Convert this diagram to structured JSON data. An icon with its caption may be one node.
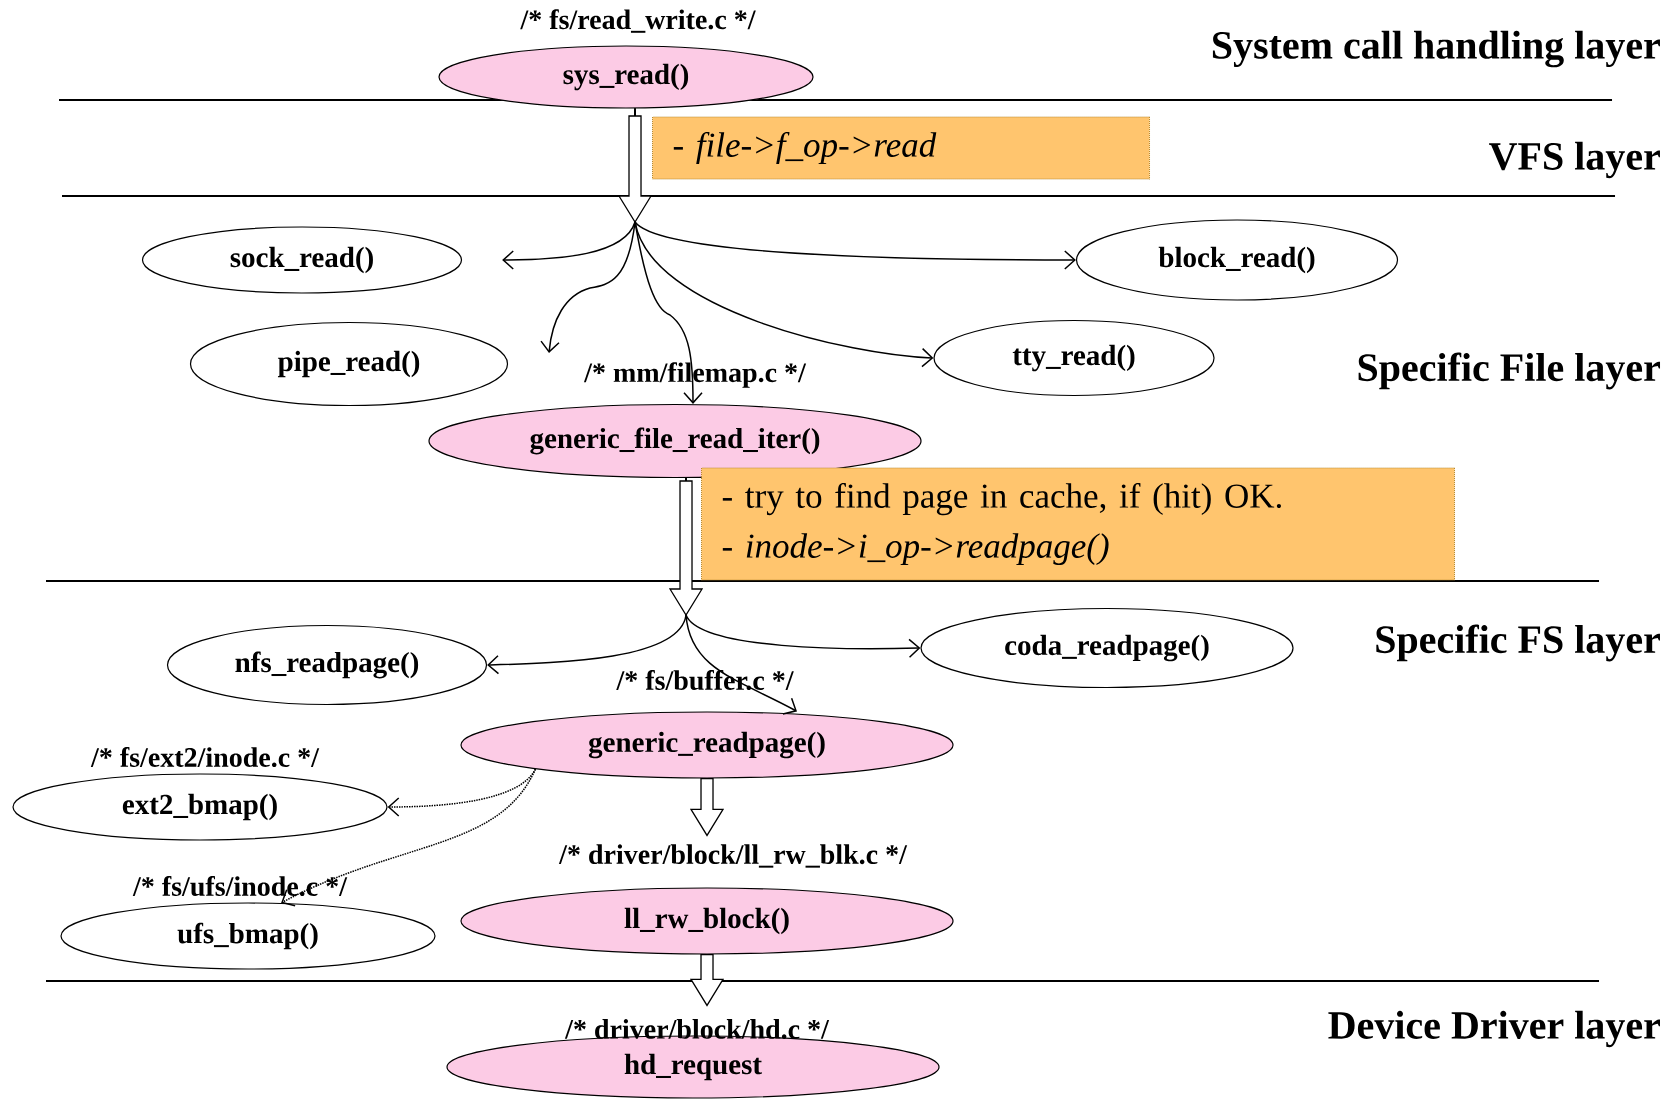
{
  "diagram": {
    "nodes": [
      {
        "text": [
          "sys_read()"
        ],
        "beside": [
          "/* fs/read_write.c */"
        ]
      },
      {
        "text": [
          "sock_read()"
        ]
      },
      {
        "text": [
          "block_read()"
        ]
      },
      {
        "text": [
          "pipe_read()"
        ]
      },
      {
        "text": [
          "tty_read()"
        ]
      },
      {
        "text": [
          "generic_file_read_iter()"
        ],
        "beside": [
          "/* mm/filemap.c */"
        ]
      },
      {
        "text": [
          "nfs_readpage()"
        ]
      },
      {
        "text": [
          "coda_readpage()"
        ]
      },
      {
        "text": [
          "generic_readpage()"
        ],
        "beside": [
          "/* fs/buffer.c */"
        ]
      },
      {
        "text": [
          "ext2_bmap()"
        ],
        "beside": [
          "/*  fs/ext2/inode.c */"
        ]
      },
      {
        "text": [
          "ll_rw_block()"
        ],
        "beside": [
          "/* driver/block/ll_rw_blk.c */"
        ]
      },
      {
        "text": [
          "ufs_bmap()"
        ],
        "beside": [
          "/*  fs/ufs/inode.c */"
        ]
      },
      {
        "text": [
          "hd_request"
        ],
        "beside": [
          "/* driver/block/hd.c */"
        ]
      },
      {
        "text": [
          "- file->f_op->read"
        ]
      },
      {
        "text": [
          "- try to find page in cache, if (hit) OK.",
          "- inode->i_op->readpage()"
        ]
      }
    ],
    "edges": [
      {
        "from": 0,
        "to": 1,
        "arrow": "to"
      },
      {
        "from": 0,
        "to": 2,
        "arrow": "to"
      },
      {
        "from": 0,
        "to": null,
        "arrow": "to"
      },
      {
        "from": 0,
        "to": 5,
        "arrow": "to"
      },
      {
        "from": 0,
        "to": 4,
        "arrow": "to"
      },
      {
        "from": 5,
        "to": 6,
        "arrow": "to"
      },
      {
        "from": 5,
        "to": 7,
        "arrow": "to"
      },
      {
        "from": 5,
        "to": 8,
        "arrow": "to"
      },
      {
        "from": 8,
        "to": 9,
        "arrow": "to",
        "style": "dashed"
      },
      {
        "from": 8,
        "to": 11,
        "arrow": "to",
        "style": "dashed"
      },
      {
        "from": 8,
        "to": 10,
        "arrow": "to",
        "style": "thick"
      },
      {
        "from": 10,
        "to": 12,
        "arrow": "to",
        "style": "thick"
      }
    ],
    "labels": [
      "System call handling layer",
      "VFS layer",
      "Specific File layer",
      "Specific FS layer",
      "Device Driver layer"
    ]
  }
}
